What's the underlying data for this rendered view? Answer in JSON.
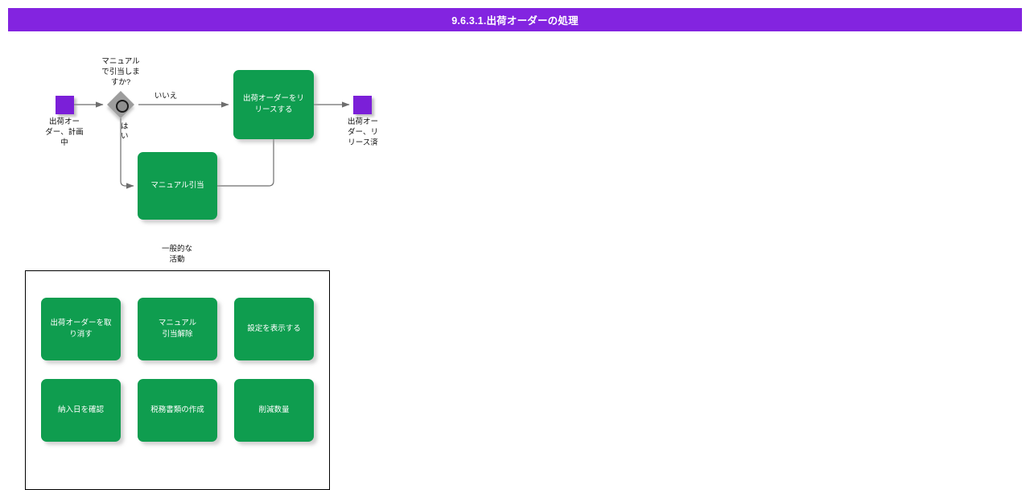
{
  "header": {
    "title": "9.6.3.1.出荷オーダーの処理",
    "background": "#8324e0"
  },
  "colors": {
    "accent_purple": "#8324e0",
    "state_purple": "#7b1fd8",
    "activity_green": "#0f9d4f",
    "decision_gray": "#9d9d9d",
    "edge_gray": "#6e6e6e",
    "panel_border": "#000000"
  },
  "diagram": {
    "start_state": {
      "icon": "state-square-icon",
      "label": "出荷オー\nダー、計画\n中"
    },
    "decision": {
      "icon": "decision-diamond-icon",
      "label": "マニュアル\nで引当しま\nすか?"
    },
    "edges": [
      {
        "name": "edge-no",
        "label": "いいえ"
      },
      {
        "name": "edge-yes",
        "label": "は\nい"
      }
    ],
    "activities": [
      {
        "name": "release-shipment-order",
        "label": "出荷オーダーをリ\nリースする"
      },
      {
        "name": "manual-allocation",
        "label": "マニュアル引当"
      }
    ],
    "end_state": {
      "icon": "state-square-icon",
      "label": "出荷オー\nダー、リ\nリース済"
    }
  },
  "common_activities": {
    "title": "一般的な\n活動",
    "buttons": [
      {
        "name": "cancel-shipment-order",
        "label": "出荷オーダーを取\nり消す"
      },
      {
        "name": "manual-deallocation",
        "label": "マニュアル\n引当解除"
      },
      {
        "name": "show-settings",
        "label": "設定を表示する"
      },
      {
        "name": "confirm-delivery-date",
        "label": "納入日を確認"
      },
      {
        "name": "create-tax-document",
        "label": "税務書類の作成"
      },
      {
        "name": "reduce-quantity",
        "label": "削減数量"
      }
    ]
  }
}
